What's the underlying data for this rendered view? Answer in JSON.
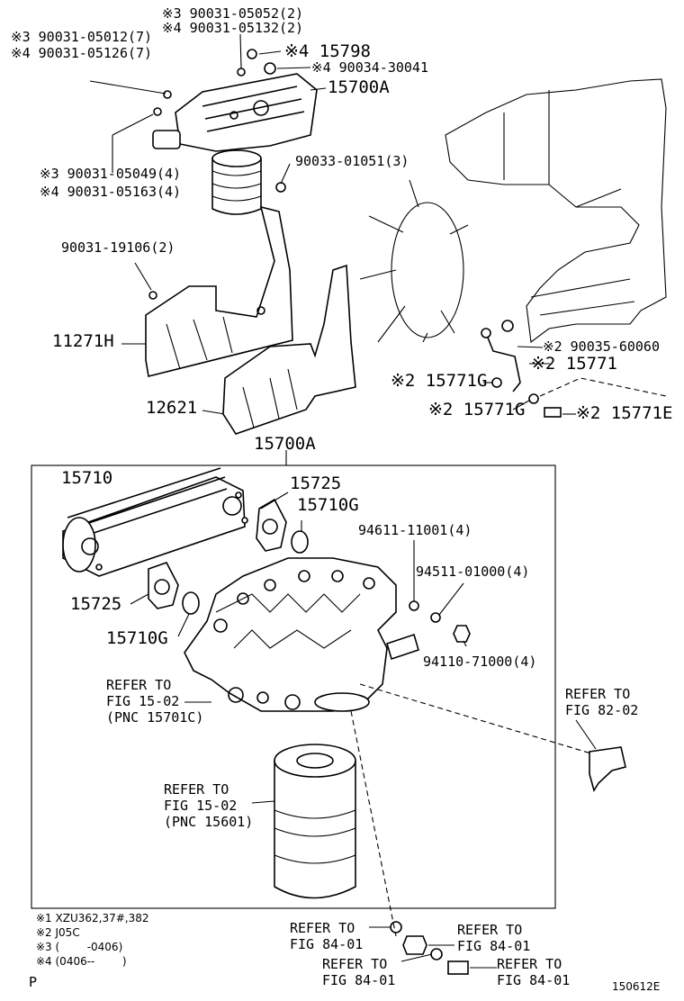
{
  "labels": {
    "l_90031_05052": "※3 90031-05052(2)",
    "l_90031_05132": "※4 90031-05132(2)",
    "l_90031_05012": "※3 90031-05012(7)",
    "l_90031_05126": "※4 90031-05126(7)",
    "l_15798": "※4 15798",
    "l_90034_30041": "※4 90034-30041",
    "l_15700A_top": "15700A",
    "l_90031_05049": "※3 90031-05049(4)",
    "l_90031_05163": "※4 90031-05163(4)",
    "l_90033_01051": "90033-01051(3)",
    "l_90031_19106": "90031-19106(2)",
    "l_11271H": "11271H",
    "l_12621": "12621",
    "l_90035_60060": "※2 90035-60060",
    "l_15771": "※2 15771",
    "l_15771G_a": "※2 15771G",
    "l_15771G_b": "※2 15771G",
    "l_15771E": "※2 15771E",
    "l_15700A_box": "15700A",
    "l_15710": "15710",
    "l_15725_a": "15725",
    "l_15710G_a": "15710G",
    "l_15725_b": "15725",
    "l_15710G_b": "15710G",
    "l_94611": "94611-11001(4)",
    "l_94511": "94511-01000(4)",
    "l_94110": "94110-71000(4)",
    "l_refer_1502_a": "REFER TO\nFIG 15-02\n(PNC 15701C)",
    "l_refer_8202": "REFER TO\nFIG 82-02",
    "l_refer_1502_b": "REFER TO\nFIG 15-02\n(PNC 15601)",
    "l_refer_8401_a": "REFER TO\nFIG 84-01",
    "l_refer_8401_b": "REFER TO\nFIG 84-01",
    "l_refer_8401_c": "REFER TO\nFIG 84-01",
    "l_refer_8401_d": "REFER TO\nFIG 84-01"
  },
  "notes": {
    "n1": "※1 XZU362,37#,382",
    "n2": "※2 J05C",
    "n3": "※3 (        -0406)",
    "n4": "※4 (0406--        )"
  },
  "footer": {
    "page_letter": "P",
    "figure_code": "150612E"
  }
}
